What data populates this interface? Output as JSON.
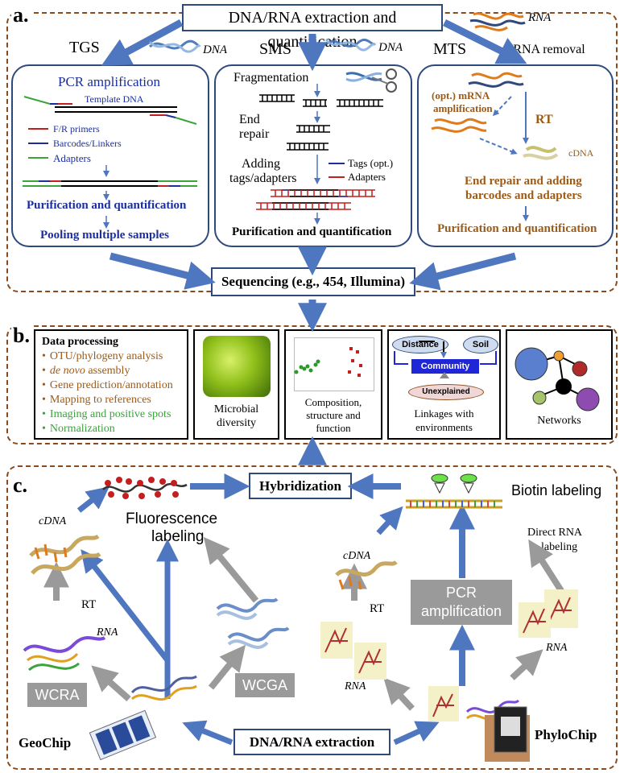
{
  "panel_a": {
    "letter": "a.",
    "top_title": "DNA/RNA extraction and quantification",
    "dna_label_left": "DNA",
    "dna_label_mid": "DNA",
    "rna_label": "RNA",
    "rrna_removal": "rRNA removal",
    "tgs": "TGS",
    "sms": "SMS",
    "mts": "MTS",
    "tgs_box": {
      "title": "PCR amplification",
      "template": "Template DNA",
      "legend_primers": "F/R primers",
      "legend_barcodes": "Barcodes/Linkers",
      "legend_adapters": "Adapters",
      "purification": "Purification and quantification",
      "pooling": "Pooling multiple samples"
    },
    "sms_box": {
      "fragmentation": "Fragmentation",
      "end_repair_1": "End",
      "end_repair_2": "repair",
      "adding_1": "Adding",
      "adding_2": "tags/adapters",
      "tags_opt": "Tags (opt.)",
      "adapters": "Adapters",
      "purification": "Purification and quantification"
    },
    "mts_box": {
      "mrna_1": "(opt.) mRNA",
      "mrna_2": "amplification",
      "rt": "RT",
      "cdna": "cDNA",
      "end_repair_1": "End repair and adding",
      "end_repair_2": "barcodes and adapters",
      "purification": "Purification and quantification"
    },
    "sequencing": "Sequencing (e.g., 454, Illumina)"
  },
  "panel_b": {
    "letter": "b.",
    "data_processing_title": "Data processing",
    "items": [
      {
        "text": "OTU/phylogeny analysis",
        "color": "#9c5a17"
      },
      {
        "text_italic": "de novo",
        "text": " assembly",
        "color": "#9c5a17"
      },
      {
        "text": "Gene prediction/annotation",
        "color": "#9c5a17"
      },
      {
        "text": "Mapping to references",
        "color": "#9c5a17"
      },
      {
        "text": "Imaging and positive spots",
        "color": "#3aa33a"
      },
      {
        "text": "Normalization",
        "color": "#3aa33a"
      }
    ],
    "microbial_1": "Microbial",
    "microbial_2": "diversity",
    "composition_1": "Composition,",
    "composition_2": "structure and",
    "composition_3": "function",
    "linkages_1": "Linkages with",
    "linkages_2": "environments",
    "distance": "Distance",
    "soil": "Soil",
    "community": "Community",
    "unexplained": "Unexplained",
    "networks": "Networks"
  },
  "panel_c": {
    "letter": "c.",
    "hybridization": "Hybridization",
    "fluorescence_1": "Fluorescence",
    "fluorescence_2": "labeling",
    "biotin": "Biotin labeling",
    "direct_rna_1": "Direct RNA",
    "direct_rna_2": "labeling",
    "cdna_left": "cDNA",
    "cdna_right": "cDNA",
    "rt_left": "RT",
    "rt_right": "RT",
    "rna_left": "RNA",
    "rna_mid": "RNA",
    "rna_right": "RNA",
    "pcr_1": "PCR",
    "pcr_2": "amplification",
    "wcra": "WCRA",
    "wcga": "WCGA",
    "geochip": "GeoChip",
    "phylochip": "PhyloChip",
    "extraction": "DNA/RNA extraction"
  },
  "colors": {
    "arrow_blue": "#4f77c0",
    "arrow_gray": "#9a9a9a",
    "panel_border": "#8b4a1b",
    "box_border": "#2e4a7d",
    "text_blue": "#1a2ea0",
    "text_brown": "#9c5a17",
    "text_green": "#3aa33a"
  }
}
